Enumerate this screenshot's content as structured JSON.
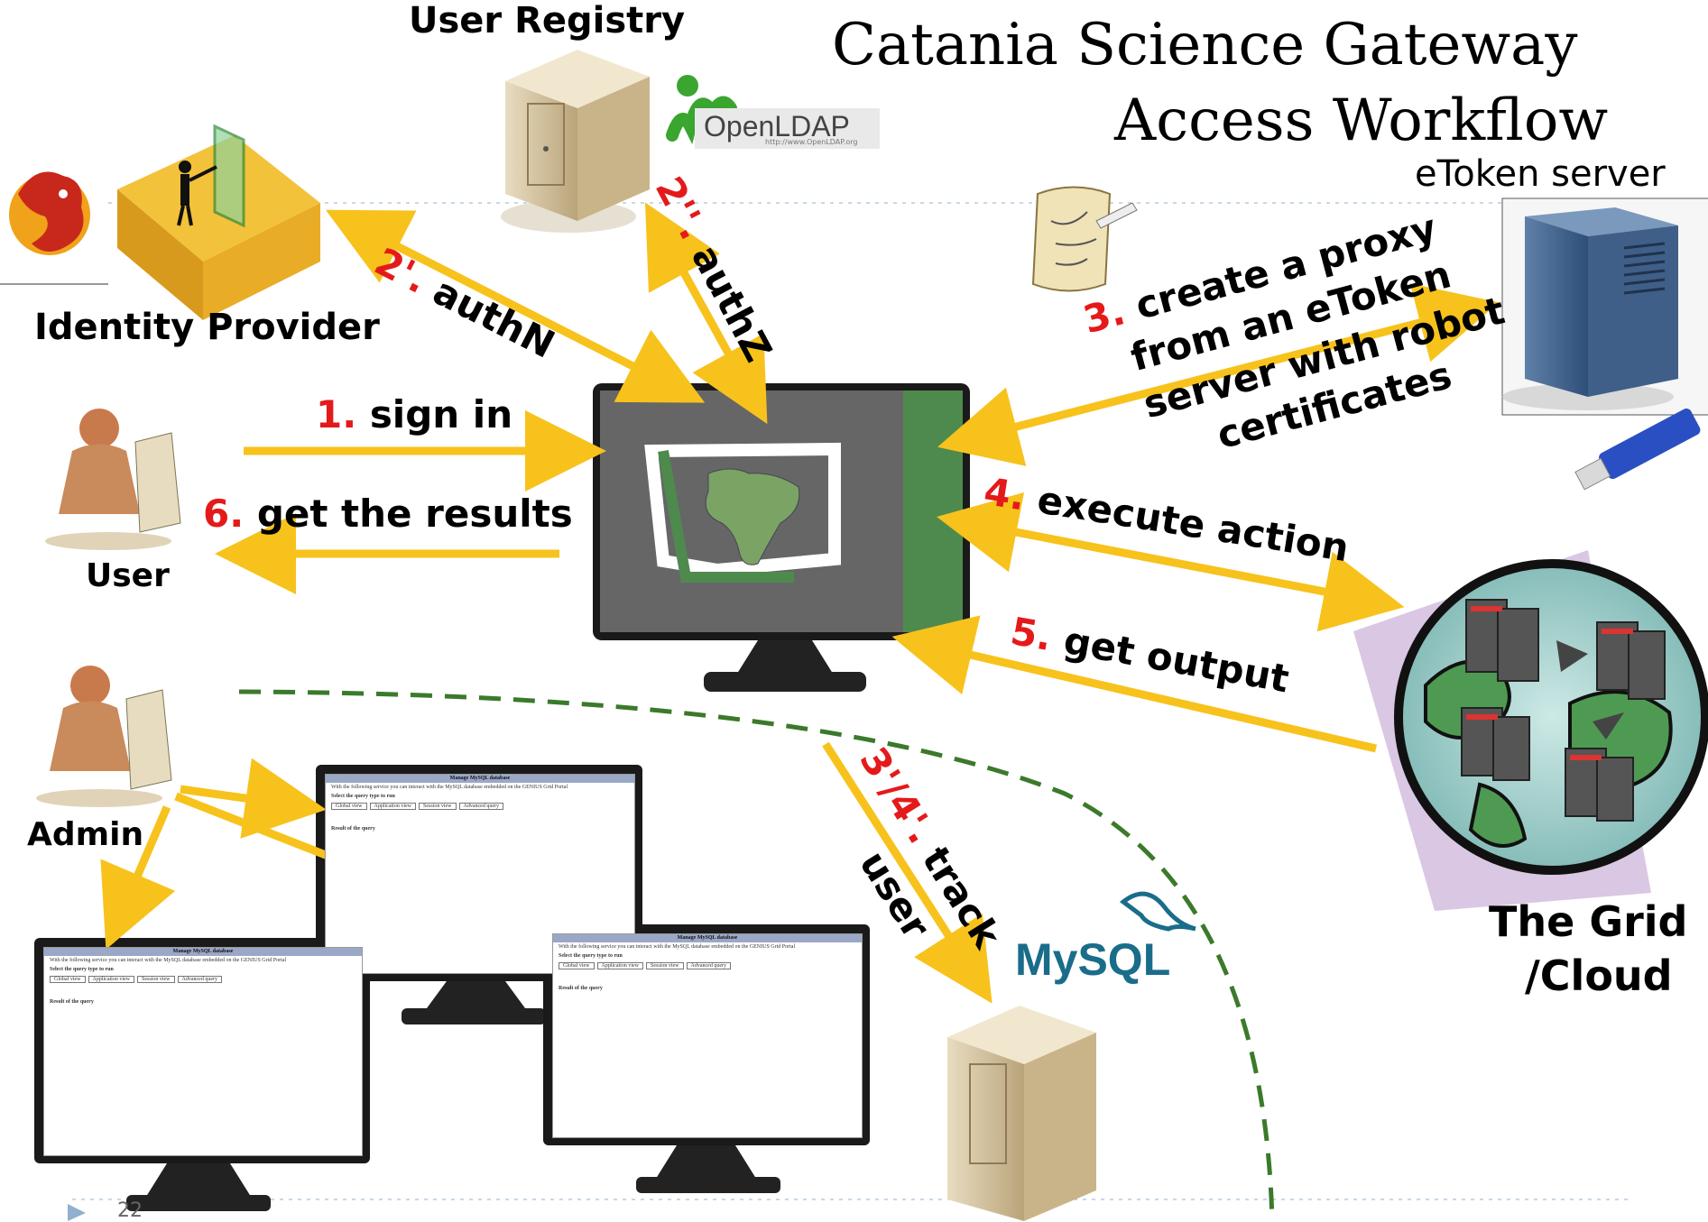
{
  "title": {
    "line1": "Catania Science Gateway",
    "line2": "Access Workflow"
  },
  "labels": {
    "user_registry": "User Registry",
    "openldap": "OpenLDAP",
    "openldap_url": "http://www.OpenLDAP.org",
    "identity_provider": "Identity Provider",
    "etoken_server": "eToken server",
    "user": "User",
    "admin": "Admin",
    "grid_cloud_line1": "The Grid",
    "grid_cloud_line2": "/Cloud",
    "mysql": "MySQL",
    "slide_number": "22"
  },
  "steps": {
    "s1": {
      "num": "1.",
      "text": "sign in"
    },
    "s2a": {
      "num": "2'.",
      "text": "authN"
    },
    "s2b": {
      "num": "2''.",
      "text": "authZ"
    },
    "s3": {
      "num": "3.",
      "line1": "create a proxy",
      "line2": "from an eToken",
      "line3": "server with robot",
      "line4": "certificates"
    },
    "s4": {
      "num": "4.",
      "text": "execute action"
    },
    "s5": {
      "num": "5.",
      "text": "get output"
    },
    "s6": {
      "num": "6.",
      "text": "get the results"
    },
    "s34": {
      "num": "3'/4'.",
      "text": "track",
      "text2": "user"
    }
  },
  "db_screens": {
    "header": "Manage MySQL database",
    "intro": "With the following service you can interact with the MySQL database embedded on the GENIUS Grid Portal",
    "select_label": "Select the query type to run",
    "options": [
      "Global view",
      "Application view",
      "Session view",
      "Advanced query"
    ],
    "result_label": "Result of the query"
  },
  "colors": {
    "arrow": "#f7c21c",
    "step_number": "#e41a1a",
    "dashed": "#3b7a2a",
    "monitor_panel": "#4e8a4e",
    "screen_gray": "#666666"
  }
}
